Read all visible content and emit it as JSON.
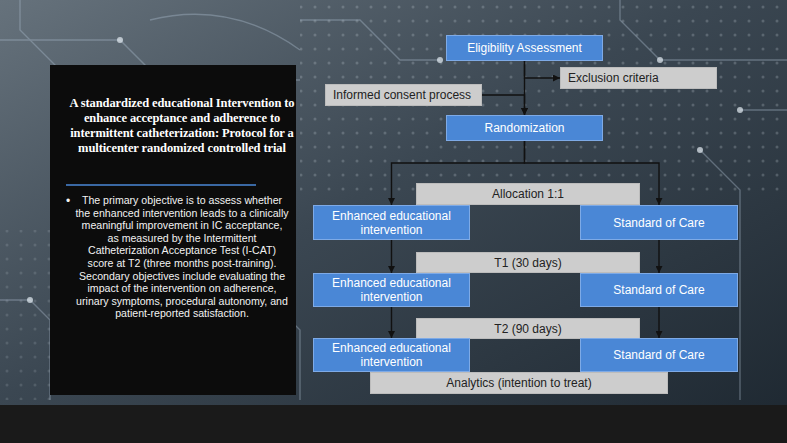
{
  "diagram": {
    "nodes": [
      {
        "text": [
          "A standardized educational Intervention to enhance acceptance and adherence to intermittent catheterization: Protocol for a multicenter randomized controlled trial",
          "The primary objective is to assess whether the enhanced intervention leads to a clinically meaningful improvement in IC acceptance, as measured by the Intermittent Catheterization Acceptance Test (I-CAT) score at T2 (three months post-training). Secondary objectives include evaluating the impact of the intervention on adherence, urinary symptoms, procedural autonomy, and patient-reported satisfaction."
        ]
      },
      {
        "text": [
          "Eligibility Assessment"
        ]
      },
      {
        "text": [
          "Exclusion criteria"
        ]
      },
      {
        "text": [
          "Informed consent process"
        ]
      },
      {
        "text": [
          "Randomization"
        ]
      },
      {
        "text": [
          "Allocation 1:1"
        ]
      },
      {
        "text": [
          "Enhanced educational intervention"
        ]
      },
      {
        "text": [
          "Standard of Care"
        ]
      },
      {
        "text": [
          "T1 (30 days)"
        ]
      },
      {
        "text": [
          "Enhanced educational intervention"
        ]
      },
      {
        "text": [
          "Standard of Care"
        ]
      },
      {
        "text": [
          "T2 (90 days)"
        ]
      },
      {
        "text": [
          "Enhanced educational intervention"
        ]
      },
      {
        "text": [
          "Standard of Care"
        ]
      },
      {
        "text": [
          "Analytics (intention to treat)"
        ]
      }
    ],
    "edges": [
      {
        "from": 1,
        "to": 4,
        "arrow": "to"
      },
      {
        "from": 1,
        "to": 2,
        "arrow": "to"
      },
      {
        "from": 3,
        "to": 4,
        "arrow": "to"
      },
      {
        "from": 4,
        "to": 6,
        "arrow": "to"
      },
      {
        "from": 4,
        "to": 7,
        "arrow": "to"
      },
      {
        "from": 6,
        "to": 9,
        "arrow": "to"
      },
      {
        "from": 9,
        "to": 12,
        "arrow": "to"
      },
      {
        "from": 7,
        "to": 10,
        "arrow": "to"
      },
      {
        "from": 10,
        "to": 13,
        "arrow": "to"
      }
    ],
    "labels": [
      "•"
    ]
  }
}
